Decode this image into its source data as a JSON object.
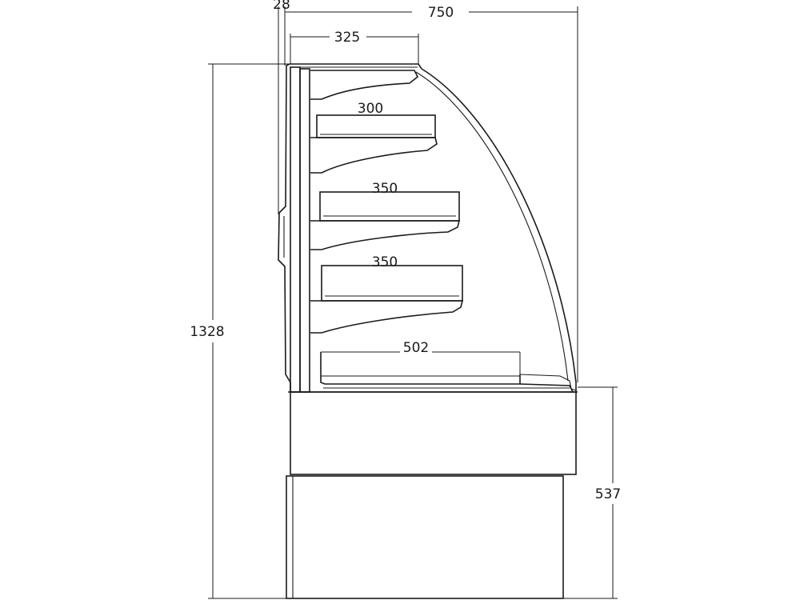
{
  "drawing": {
    "line_color": "#1a1a1a",
    "background": "#ffffff"
  },
  "dimensions": {
    "frame_thickness": "28",
    "total_depth": "750",
    "top_shelf_depth": "325",
    "shelf_1_depth": "300",
    "shelf_2_depth": "350",
    "shelf_3_depth": "350",
    "bottom_depth": "502",
    "total_height": "1328",
    "base_height": "537"
  }
}
